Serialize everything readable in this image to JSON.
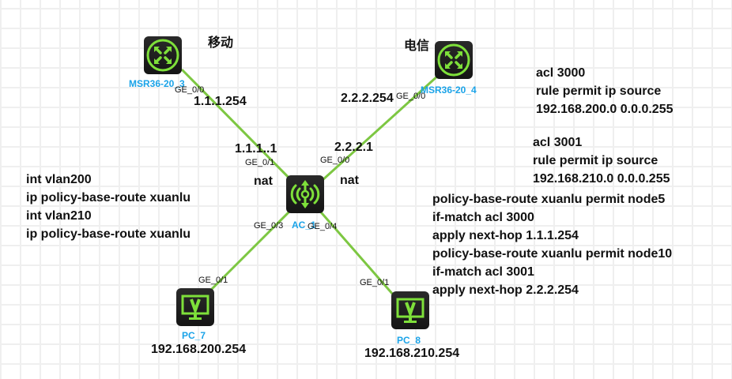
{
  "devices": {
    "msr3": {
      "name": "MSR36-20_3",
      "type": "router"
    },
    "msr4": {
      "name": "MSR36-20_4",
      "type": "router"
    },
    "ac": {
      "name": "AC_1",
      "type": "wireless-controller"
    },
    "pc7": {
      "name": "PC_7",
      "type": "pc"
    },
    "pc8": {
      "name": "PC_8",
      "type": "pc"
    }
  },
  "isp_labels": {
    "msr3": "移动",
    "msr4": "电信"
  },
  "ports": {
    "msr3_ge00": "GE_0/0",
    "msr4_ge00": "GE_0/0",
    "ac_ge01": "GE_0/1",
    "ac_ge00": "GE_0/0",
    "ac_ge03": "GE_0/3",
    "ac_ge04": "GE_0/4",
    "pc7_ge01": "GE_0/1",
    "pc8_ge01": "GE_0/1"
  },
  "ips": {
    "msr3": "1.1.1.254",
    "msr4": "2.2.2.254",
    "ac_ge01": "1.1.1..1",
    "ac_ge00": "2.2.2.1",
    "pc7": "192.168.200.254",
    "pc8": "192.168.210.254"
  },
  "nat_labels": {
    "left": "nat",
    "right": "nat"
  },
  "notes": {
    "vlan": [
      "int vlan200",
      "ip policy-base-route xuanlu",
      "int vlan210",
      "ip policy-base-route xuanlu"
    ],
    "acl3000": [
      "acl 3000",
      "rule permit ip source",
      "192.168.200.0 0.0.0.255"
    ],
    "acl3001": [
      "acl 3001",
      "rule permit ip source",
      "192.168.210.0 0.0.0.255"
    ],
    "pbr": [
      "policy-base-route xuanlu permit node5",
      "if-match acl 3000",
      "apply next-hop 1.1.1.254",
      "policy-base-route xuanlu permit node10",
      "if-match acl 3001",
      "apply next-hop 2.2.2.254"
    ]
  },
  "colors": {
    "link": "#7dc742",
    "icon": "#7ee03a",
    "device_name": "#1aa3e8"
  }
}
